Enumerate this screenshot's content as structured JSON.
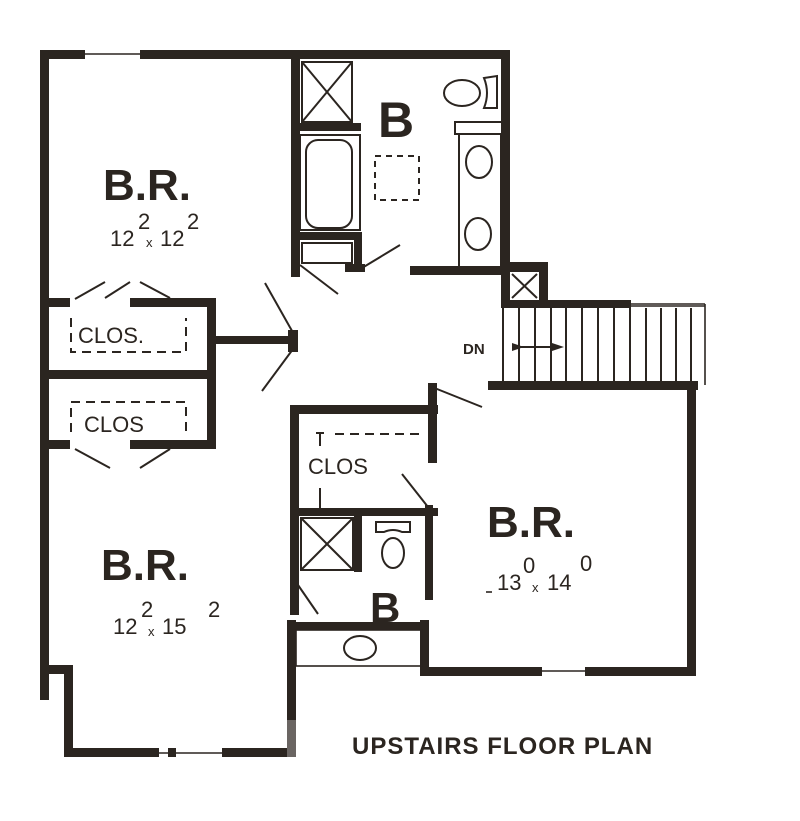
{
  "plan": {
    "title": "UPSTAIRS FLOOR PLAN",
    "colors": {
      "ink": "#2b2520",
      "paper": "#ffffff"
    }
  },
  "rooms": {
    "bedroom_nw": {
      "label": "B.R.",
      "dim_a": "12",
      "dim_a_sup": "2",
      "times": "x",
      "dim_b": "12",
      "dim_b_sup": "2"
    },
    "bedroom_sw": {
      "label": "B.R.",
      "dim_a": "12",
      "dim_a_sup": "2",
      "times": "x",
      "dim_b": "15",
      "dim_b_sup": "2"
    },
    "bedroom_se": {
      "label": "B.R.",
      "dim_a": "13",
      "dim_a_sup": "0",
      "times": "x",
      "dim_b": "14",
      "dim_b_sup": "0"
    },
    "bath_main": {
      "label": "B"
    },
    "bath_small": {
      "label": "B"
    },
    "closet_nw": {
      "label": "CLOS."
    },
    "closet_sw": {
      "label": "CLOS"
    },
    "closet_center": {
      "label": "CLOS"
    }
  },
  "stairs": {
    "label": "DN",
    "treads": 13
  }
}
